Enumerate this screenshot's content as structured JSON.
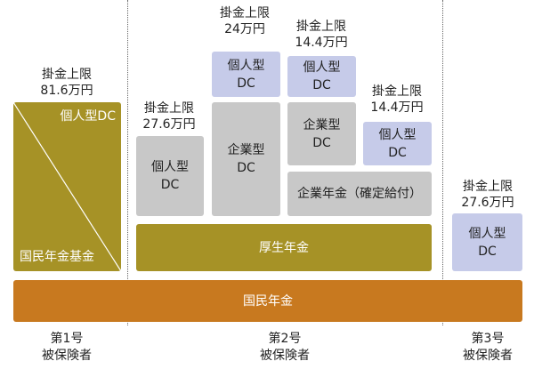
{
  "colors": {
    "kokumin": "#c8791f",
    "kosei": "#a69226",
    "kigyo": "#c8c8c8",
    "kojin": "#c6cbe9"
  },
  "kokumin_nenkin": "国民年金",
  "kosei_nenkin": "厚生年金",
  "group1": {
    "limit_title": "掛金上限",
    "limit_value": "81.6万円",
    "kojin_label": "個人型DC",
    "kikin_label": "国民年金基金"
  },
  "group2a": {
    "limit_title": "掛金上限",
    "limit_value": "27.6万円",
    "kojin_label": "個人型\nDC"
  },
  "group2b": {
    "limit_title": "掛金上限",
    "limit_value": "24万円",
    "kojin_label": "個人型\nDC",
    "kigyo_label": "企業型\nDC"
  },
  "group2c": {
    "limit_title": "掛金上限",
    "limit_value": "14.4万円",
    "kojin_label": "個人型\nDC",
    "kigyo_label": "企業型\nDC",
    "db_label": "企業年金（確定給付）"
  },
  "group2d": {
    "limit_title": "掛金上限",
    "limit_value": "14.4万円",
    "kojin_label": "個人型\nDC"
  },
  "group3": {
    "limit_title": "掛金上限",
    "limit_value": "27.6万円",
    "kojin_label": "個人型\nDC"
  },
  "columns": [
    {
      "line1": "第1号",
      "line2": "被保険者"
    },
    {
      "line1": "第2号",
      "line2": "被保険者"
    },
    {
      "line1": "第3号",
      "line2": "被保険者"
    }
  ]
}
